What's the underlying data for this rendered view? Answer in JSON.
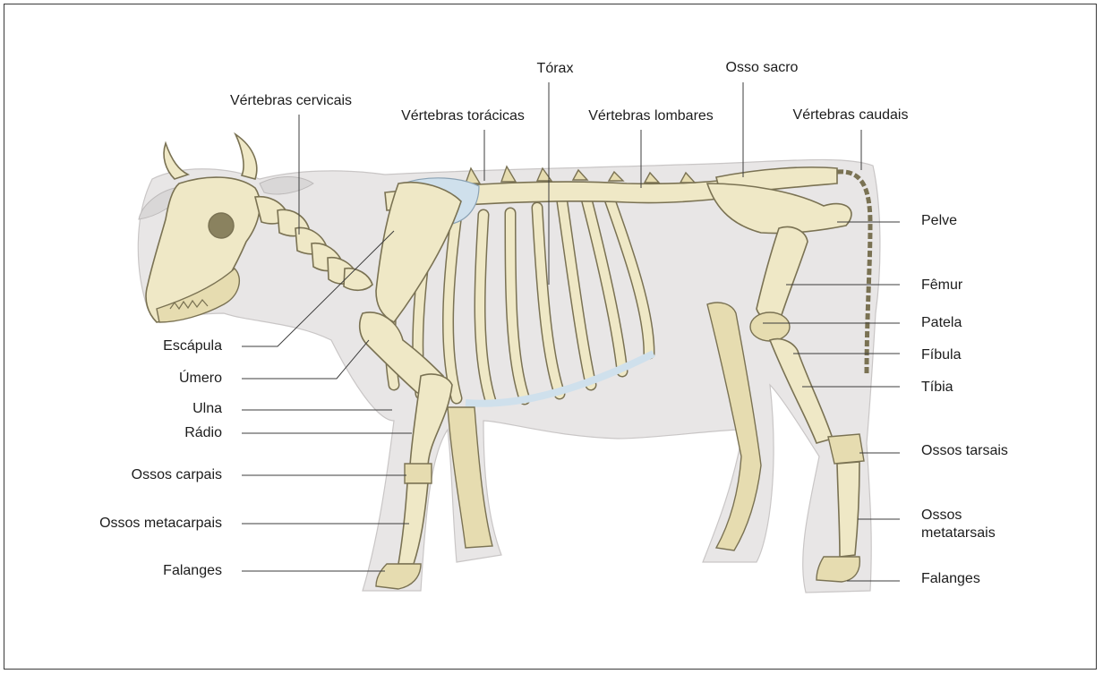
{
  "diagram": {
    "labels_top": {
      "cervical": "Vértebras cervicais",
      "thoracic": "Vértebras torácicas",
      "thorax": "Tórax",
      "lumbar": "Vértebras lombares",
      "sacrum": "Osso sacro",
      "caudal": "Vértebras caudais"
    },
    "labels_left": {
      "scapula": "Escápula",
      "humerus": "Úmero",
      "ulna": "Ulna",
      "radius": "Rádio",
      "carpals": "Ossos carpais",
      "metacarpals": "Ossos metacarpais",
      "phalanges_front": "Falanges"
    },
    "labels_right": {
      "pelvis": "Pelve",
      "femur": "Fêmur",
      "patella": "Patela",
      "fibula": "Fíbula",
      "tibia": "Tíbia",
      "tarsals": "Ossos tarsais",
      "metatarsals_line1": "Ossos",
      "metatarsals_line2": "metatarsais",
      "phalanges_hind": "Falanges"
    },
    "colors": {
      "bone_fill": "#efe8c6",
      "bone_outline": "#7a7253",
      "silhouette": "#e8e6e6",
      "cartilage": "#cfe0ec",
      "leader_line": "#3c3c3c"
    }
  }
}
